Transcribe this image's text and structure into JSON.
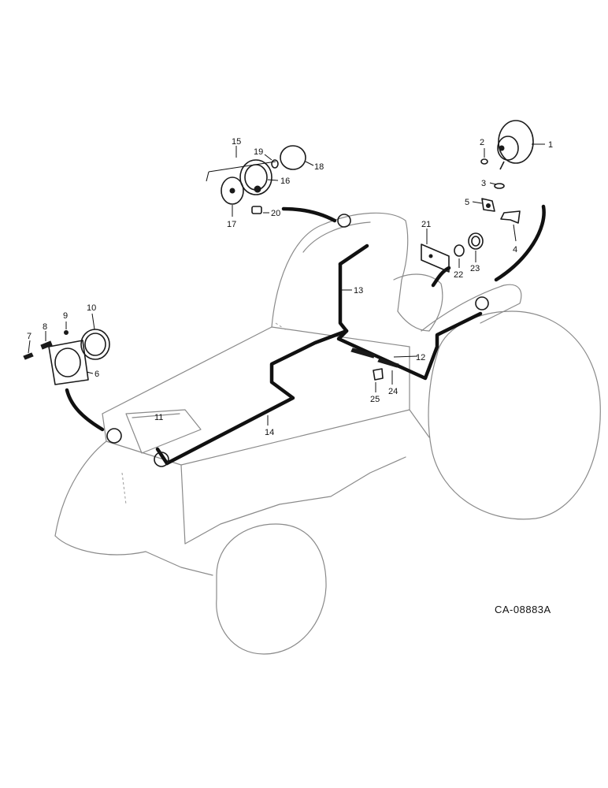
{
  "callouts": {
    "c1": "1",
    "c2": "2",
    "c3": "3",
    "c4": "4",
    "c5": "5",
    "c6": "6",
    "c7": "7",
    "c8": "8",
    "c9": "9",
    "c10": "10",
    "c11": "11",
    "c12": "12",
    "c13": "13",
    "c14": "14",
    "c15": "15",
    "c16": "16",
    "c17": "17",
    "c18": "18",
    "c19": "19",
    "c20": "20",
    "c21": "21",
    "c22": "22",
    "c23": "23",
    "c24": "24",
    "c25": "25"
  },
  "drawing_code": "CA-08883A"
}
